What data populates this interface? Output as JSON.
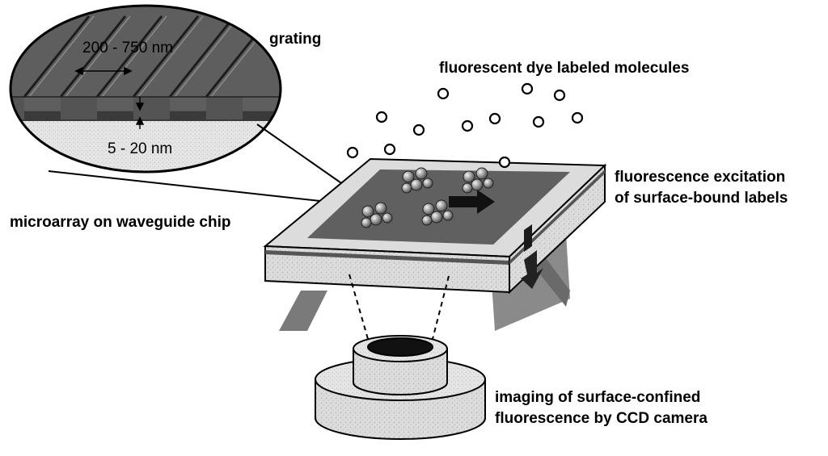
{
  "labels": {
    "grating": "grating",
    "dye_molecules": "fluorescent dye labeled molecules",
    "excitation_line1": "fluorescence excitation",
    "excitation_line2": "of surface-bound labels",
    "microarray": "microarray on waveguide chip",
    "imaging_line1": "imaging of surface-confined",
    "imaging_line2": "fluorescence by CCD camera"
  },
  "inset": {
    "period_label": "200 - 750 nm",
    "depth_label": "5 - 20 nm"
  }
}
